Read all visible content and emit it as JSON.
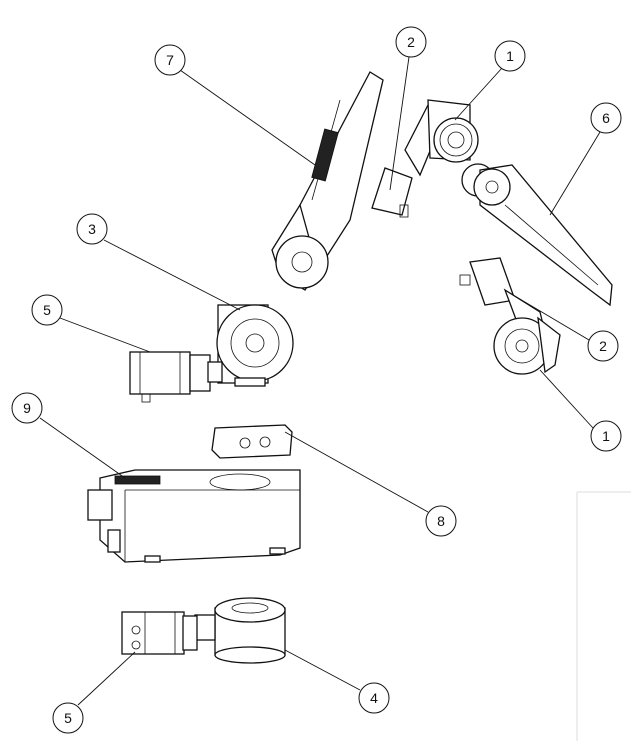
{
  "callouts": {
    "c7": "7",
    "c2a": "2",
    "c1a": "1",
    "c6": "6",
    "c3": "3",
    "c5a": "5",
    "c2b": "2",
    "c1b": "1",
    "c9": "9",
    "c8": "8",
    "c4": "4",
    "c5b": "5"
  }
}
